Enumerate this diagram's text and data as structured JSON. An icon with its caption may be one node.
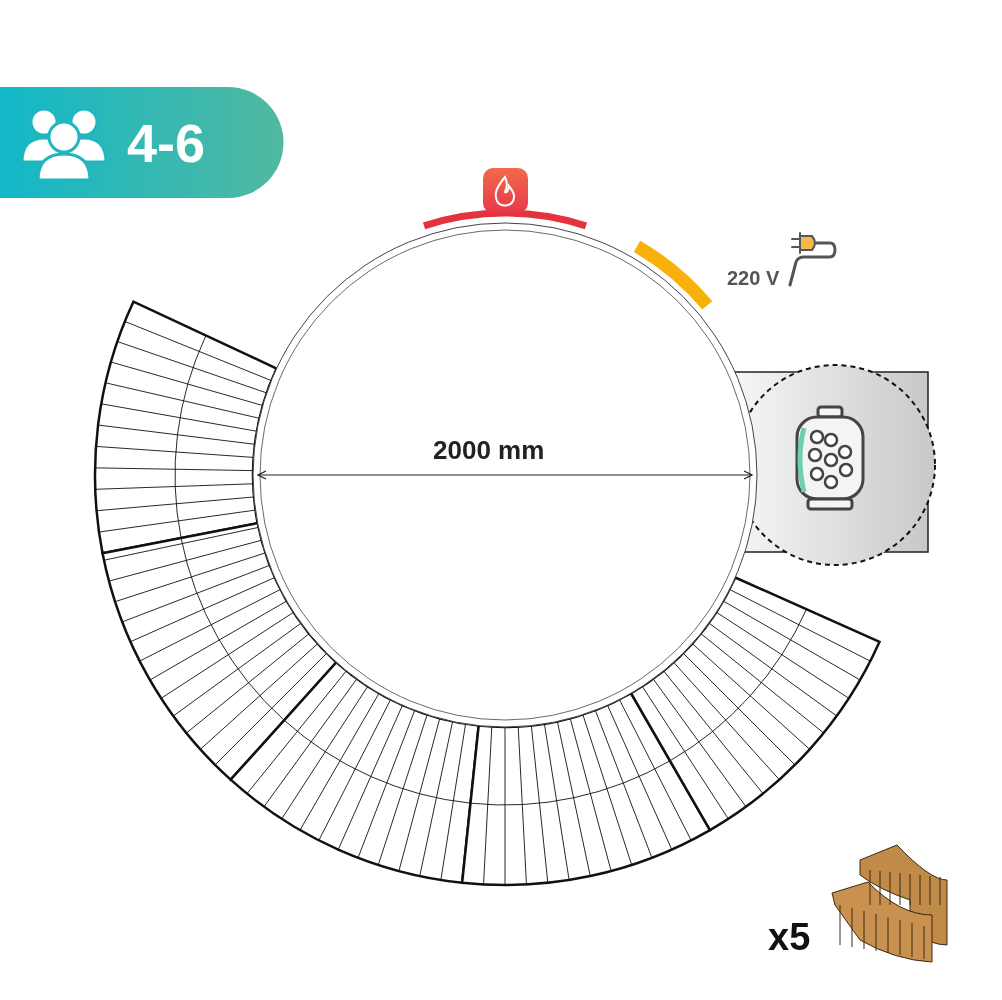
{
  "diagram": {
    "labels": [
      "4-6",
      "220 V",
      "2000 mm",
      "x5"
    ]
  }
}
